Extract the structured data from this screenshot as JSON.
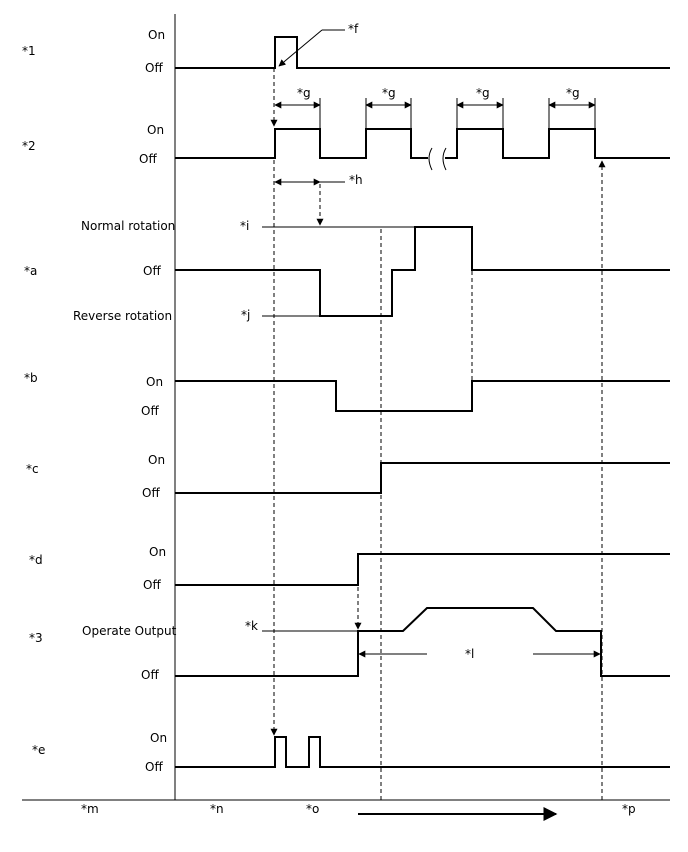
{
  "rows": {
    "r1": {
      "id": "*1",
      "on": "On",
      "off": "Off"
    },
    "r2": {
      "id": "*2",
      "on": "On",
      "off": "Off"
    },
    "ra": {
      "id": "*a",
      "normal": "Normal rotation",
      "off": "Off",
      "reverse": "Reverse rotation"
    },
    "rb": {
      "id": "*b",
      "on": "On",
      "off": "Off"
    },
    "rc": {
      "id": "*c",
      "on": "On",
      "off": "Off"
    },
    "rd": {
      "id": "*d",
      "on": "On",
      "off": "Off"
    },
    "r3": {
      "id": "*3",
      "operate": "Operate Output",
      "off": "Off"
    },
    "re": {
      "id": "*e",
      "on": "On",
      "off": "Off"
    }
  },
  "callouts": {
    "f": "*f",
    "g": "*g",
    "h": "*h",
    "i": "*i",
    "j": "*j",
    "k": "*k",
    "l": "*l"
  },
  "axis": {
    "m": "*m",
    "n": "*n",
    "o": "*o",
    "p": "*p"
  }
}
